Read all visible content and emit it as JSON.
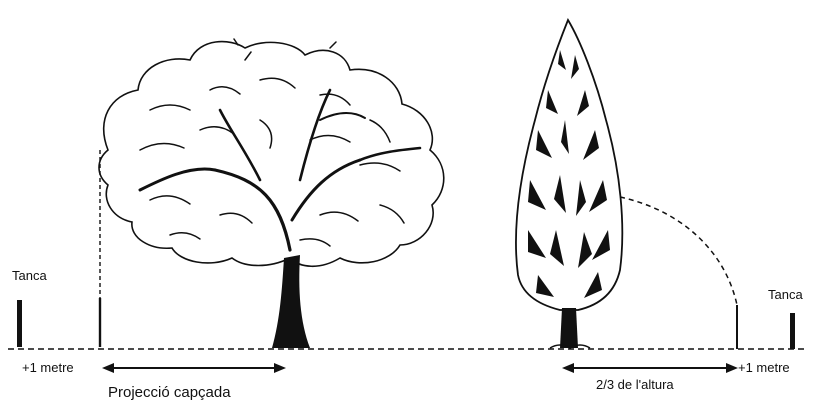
{
  "labels": {
    "fence_left": "Tanca",
    "fence_right": "Tanca",
    "metre_left": "+1 metre",
    "metre_right": "+1 metre",
    "crown_projection": "Projecció capçada",
    "two_thirds_height": "2/3 de l'altura"
  }
}
